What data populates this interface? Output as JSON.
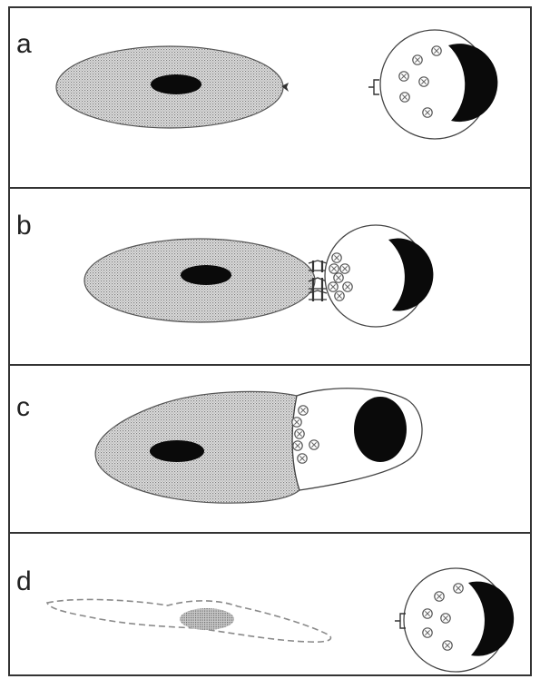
{
  "figure": {
    "panels": [
      {
        "label": "a"
      },
      {
        "label": "b"
      },
      {
        "label": "c"
      },
      {
        "label": "d"
      }
    ]
  },
  "colors": {
    "background": "#ffffff",
    "border": "#333333",
    "target_cell_fill": "#d8d8d8",
    "nucleus": "#0a0a0a",
    "granule_outline": "#555555",
    "dead_cell_outline": "#8a8a8a"
  }
}
